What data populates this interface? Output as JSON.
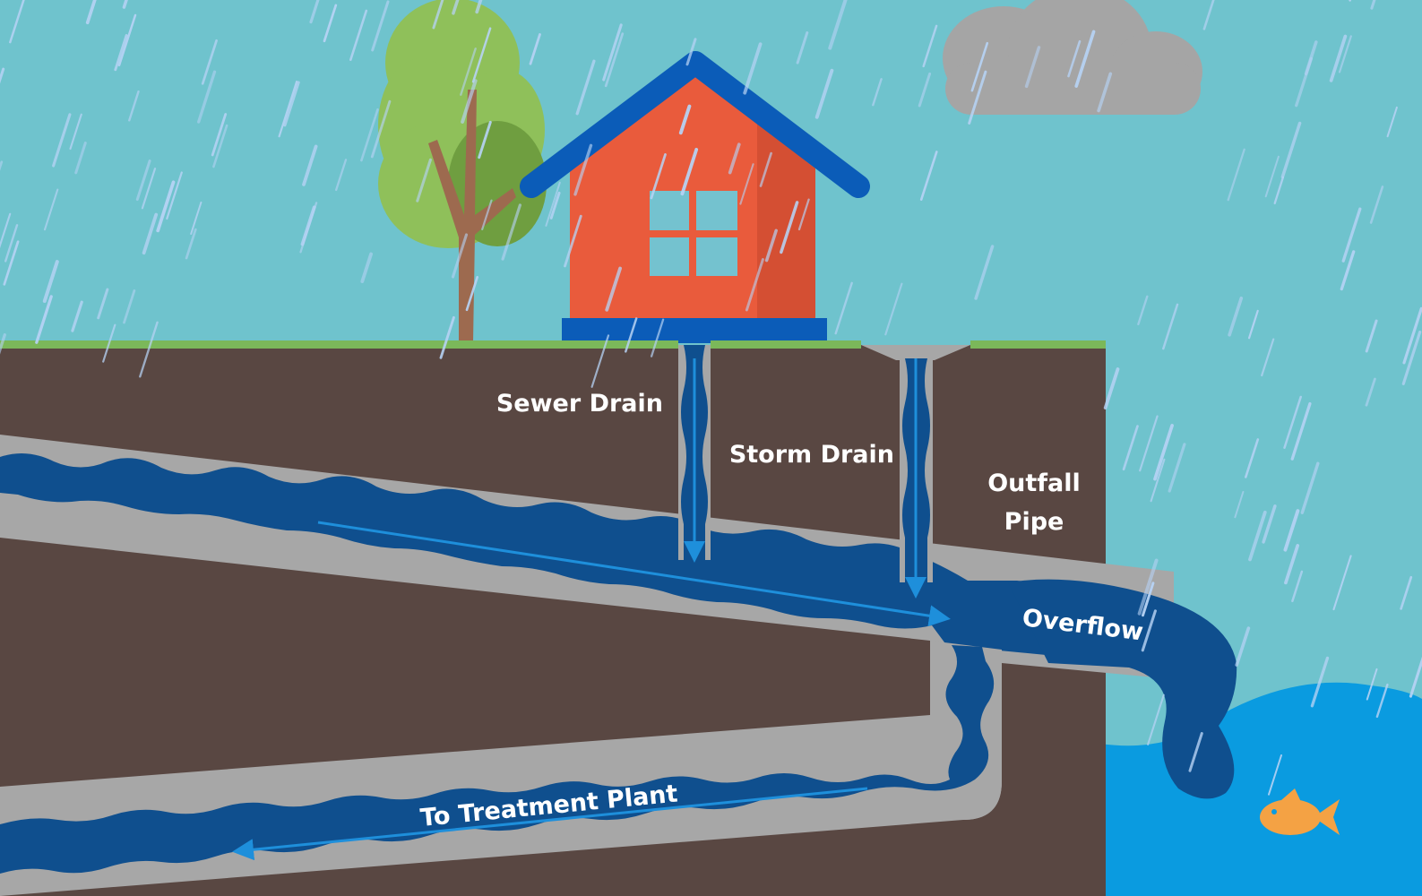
{
  "labels": {
    "sewer_drain": "Sewer Drain",
    "storm_drain": "Storm Drain",
    "outfall_line1": "Outfall",
    "outfall_line2": "Pipe",
    "overflow": "Overflow",
    "treatment": "To Treatment Plant"
  },
  "colors": {
    "sky": "#6fc3cd",
    "rain": "#b7d3f5",
    "cloud": "#a5a5a5",
    "soil": "#594742",
    "grass": "#7bb85a",
    "pipe_wall": "#a7a7a7",
    "sewage": "#0f4f8e",
    "flow_arrow": "#1e8fdb",
    "river": "#0a9be0",
    "house_wall": "#e95b3c",
    "house_roof": "#0b5cb8",
    "window": "#74c2cf",
    "tree_light": "#8fc05a",
    "tree_dark": "#6f9e40",
    "trunk": "#9d6a4f",
    "fish": "#f4a244"
  }
}
